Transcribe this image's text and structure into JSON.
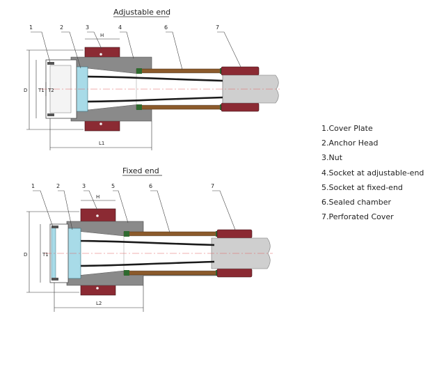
{
  "titles": {
    "adjustable": "Adjustable end",
    "fixed": "Fixed end"
  },
  "adjustable_callouts": [
    "1",
    "2",
    "3",
    "4",
    "6",
    "7"
  ],
  "fixed_callouts": [
    "1",
    "2",
    "3",
    "5",
    "6",
    "7"
  ],
  "adjustable_dims": {
    "D": "D",
    "T1": "T1",
    "T2": "T2",
    "H": "H",
    "L": "L1"
  },
  "fixed_dims": {
    "D": "D",
    "T1": "T1",
    "H": "H",
    "L": "L2"
  },
  "legend": [
    "1.Cover Plate",
    "2.Anchor Head",
    "3.Nut",
    "4.Socket at adjustable-end",
    "5.Socket at fixed-end",
    "6.Sealed chamber",
    "7.Perforated Cover"
  ],
  "colors": {
    "nut": "#8b2a33",
    "socket": "#8a8a8a",
    "anchor_head": "#a8dbe8",
    "sealed_chamber": "#8b5a2b",
    "seal": "#2f6a2f",
    "pipe": "#cfcfcf",
    "strand": "#1a1a1a",
    "center_line": "#e06060"
  }
}
